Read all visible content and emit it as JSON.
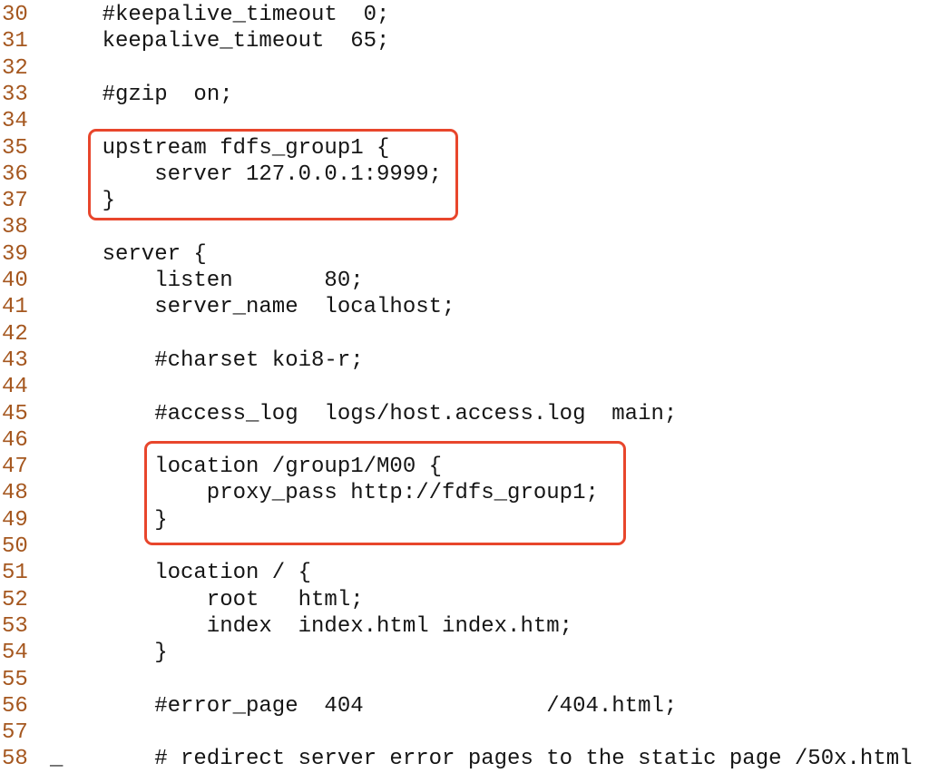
{
  "editor": {
    "cursor": "_",
    "lines": [
      {
        "num": "30",
        "text": "    #keepalive_timeout  0;"
      },
      {
        "num": "31",
        "text": "    keepalive_timeout  65;"
      },
      {
        "num": "32",
        "text": ""
      },
      {
        "num": "33",
        "text": "    #gzip  on;"
      },
      {
        "num": "34",
        "text": ""
      },
      {
        "num": "35",
        "text": "    upstream fdfs_group1 {"
      },
      {
        "num": "36",
        "text": "        server 127.0.0.1:9999;"
      },
      {
        "num": "37",
        "text": "    }"
      },
      {
        "num": "38",
        "text": ""
      },
      {
        "num": "39",
        "text": "    server {"
      },
      {
        "num": "40",
        "text": "        listen       80;"
      },
      {
        "num": "41",
        "text": "        server_name  localhost;"
      },
      {
        "num": "42",
        "text": ""
      },
      {
        "num": "43",
        "text": "        #charset koi8-r;"
      },
      {
        "num": "44",
        "text": ""
      },
      {
        "num": "45",
        "text": "        #access_log  logs/host.access.log  main;"
      },
      {
        "num": "46",
        "text": ""
      },
      {
        "num": "47",
        "text": "        location /group1/M00 {"
      },
      {
        "num": "48",
        "text": "            proxy_pass http://fdfs_group1;"
      },
      {
        "num": "49",
        "text": "        }"
      },
      {
        "num": "50",
        "text": ""
      },
      {
        "num": "51",
        "text": "        location / {"
      },
      {
        "num": "52",
        "text": "            root   html;"
      },
      {
        "num": "53",
        "text": "            index  index.html index.htm;"
      },
      {
        "num": "54",
        "text": "        }"
      },
      {
        "num": "55",
        "text": ""
      },
      {
        "num": "56",
        "text": "        #error_page  404              /404.html;"
      },
      {
        "num": "57",
        "text": ""
      },
      {
        "num": "58",
        "text": "        # redirect server error pages to the static page /50x.html"
      }
    ],
    "highlight_color": "#e8462c"
  }
}
